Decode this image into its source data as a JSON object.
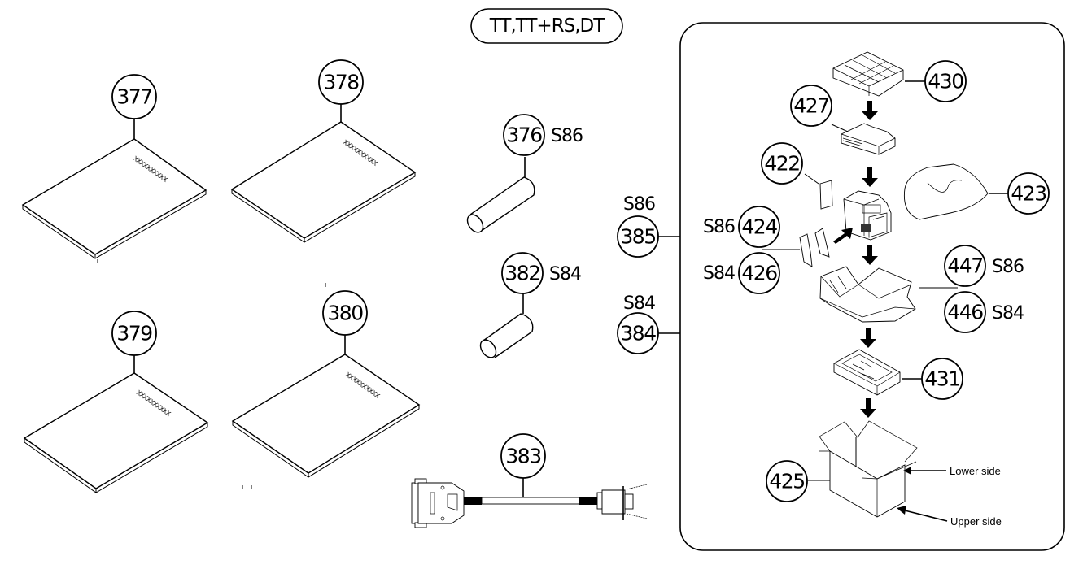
{
  "diagram": {
    "title": "Packing and accessories parts diagram",
    "model_group_label": "TT,TT+RS,DT",
    "manuals": [
      {
        "part": "377",
        "mark": "XXXXXXXXXX"
      },
      {
        "part": "378",
        "mark": "XXXXXXXXXX"
      },
      {
        "part": "379",
        "mark": "XXXXXXXXXX"
      },
      {
        "part": "380",
        "mark": "XXXXXXXXXX"
      }
    ],
    "accessories": [
      {
        "part": "376",
        "variant": "S86",
        "item": "roll-core"
      },
      {
        "part": "382",
        "variant": "S84",
        "item": "roll-core"
      },
      {
        "part": "383",
        "variant": "",
        "item": "interface-cable"
      }
    ],
    "packing_set": {
      "parts": [
        {
          "part": "385",
          "variant": "S86"
        },
        {
          "part": "384",
          "variant": "S84"
        }
      ],
      "components": [
        {
          "part": "430",
          "variant": "",
          "item": "top-cushion"
        },
        {
          "part": "427",
          "variant": "",
          "item": "accessory-tray"
        },
        {
          "part": "422",
          "variant": "",
          "item": "card"
        },
        {
          "part": "423",
          "variant": "",
          "item": "poly-bag"
        },
        {
          "part": "424",
          "variant": "S86",
          "item": "sheet"
        },
        {
          "part": "426",
          "variant": "S84",
          "item": "sheet"
        },
        {
          "part": "447",
          "variant": "S86",
          "item": "inner-carton"
        },
        {
          "part": "446",
          "variant": "S84",
          "item": "inner-carton"
        },
        {
          "part": "431",
          "variant": "",
          "item": "bottom-cushion"
        },
        {
          "part": "425",
          "variant": "",
          "item": "outer-carton"
        }
      ],
      "notes": {
        "lower_side": "Lower side",
        "upper_side": "Upper side"
      }
    }
  }
}
